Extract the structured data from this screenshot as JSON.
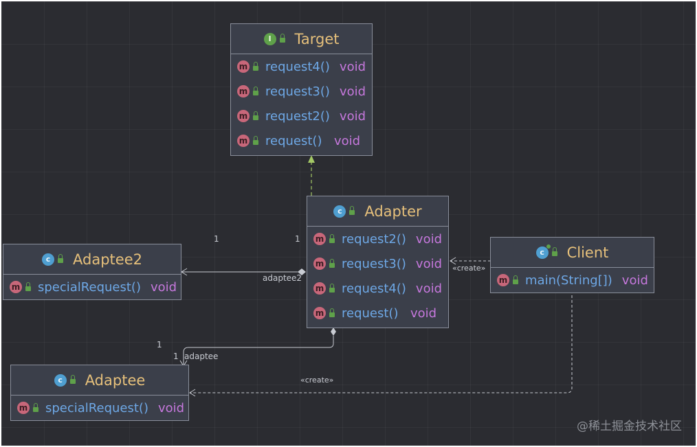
{
  "nodes": {
    "target": {
      "name": "Target",
      "kind_letter": "I",
      "members": [
        {
          "name": "request4()",
          "type": "void"
        },
        {
          "name": "request3()",
          "type": "void"
        },
        {
          "name": "request2()",
          "type": "void"
        },
        {
          "name": "request()",
          "type": "void"
        }
      ]
    },
    "adapter": {
      "name": "Adapter",
      "kind_letter": "c",
      "members": [
        {
          "name": "request2()",
          "type": "void"
        },
        {
          "name": "request3()",
          "type": "void"
        },
        {
          "name": "request4()",
          "type": "void"
        },
        {
          "name": "request()",
          "type": "void"
        }
      ]
    },
    "adaptee2": {
      "name": "Adaptee2",
      "kind_letter": "c",
      "members": [
        {
          "name": "specialRequest()",
          "type": "void"
        }
      ]
    },
    "adaptee": {
      "name": "Adaptee",
      "kind_letter": "c",
      "members": [
        {
          "name": "specialRequest()",
          "type": "void"
        }
      ]
    },
    "client": {
      "name": "Client",
      "kind_letter": "c",
      "members": [
        {
          "name": "main(String[])",
          "type": "void"
        }
      ]
    }
  },
  "member_badge": "m",
  "edge_labels": {
    "adaptee2_mult_left": "1",
    "adaptee2_mult_right": "1",
    "adaptee2_role": "adaptee2",
    "adaptee_mult_top": "1",
    "adaptee_mult_bottom": "1",
    "adaptee_role": "adaptee",
    "create_client_adapter": "«create»",
    "create_client_adaptee": "«create»"
  },
  "colors": {
    "background": "#2b2c31",
    "node_fill": "#3b3f4a",
    "node_border": "#8a8f9b",
    "class_name": "#e6c07b",
    "method_name": "#6ea8e6",
    "return_type": "#c678dd",
    "implements_arrow": "#a4c966",
    "edge_line": "#c9ccd3"
  },
  "watermark": "@稀土掘金技术社区"
}
